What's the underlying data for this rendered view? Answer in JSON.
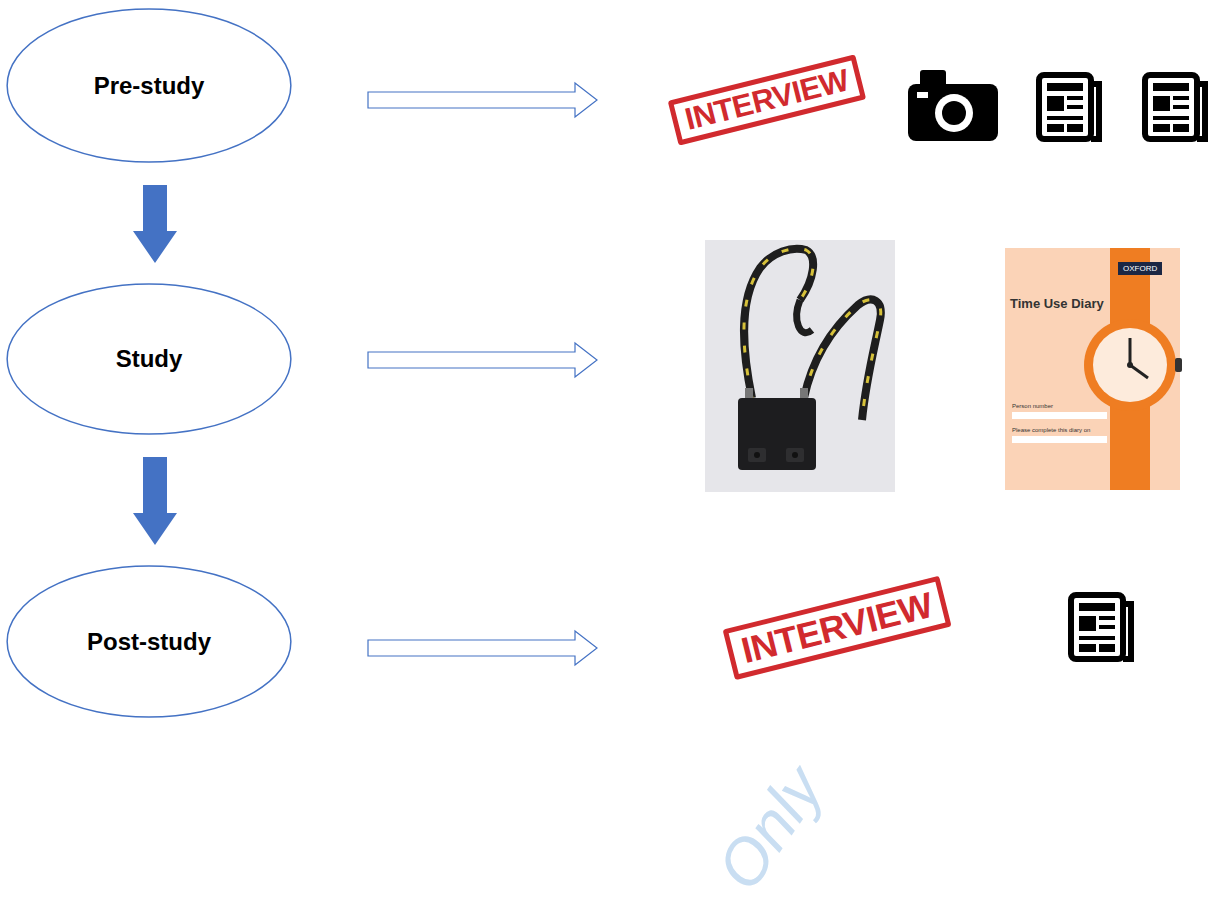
{
  "diagram": {
    "nodes": [
      {
        "text": [
          "Pre-study"
        ]
      },
      {
        "text": [
          "Study"
        ]
      },
      {
        "text": [
          "Post-study"
        ]
      }
    ],
    "edges": [
      {
        "from": 0,
        "to": 1,
        "arrow": "to"
      },
      {
        "from": 1,
        "to": 2,
        "arrow": "to"
      }
    ],
    "labels": [
      "INTERVIEW",
      "OXFORD",
      "Time Use Diary",
      "Person number",
      "Please complete this diary on",
      "INTERVIEW",
      "Only"
    ]
  }
}
